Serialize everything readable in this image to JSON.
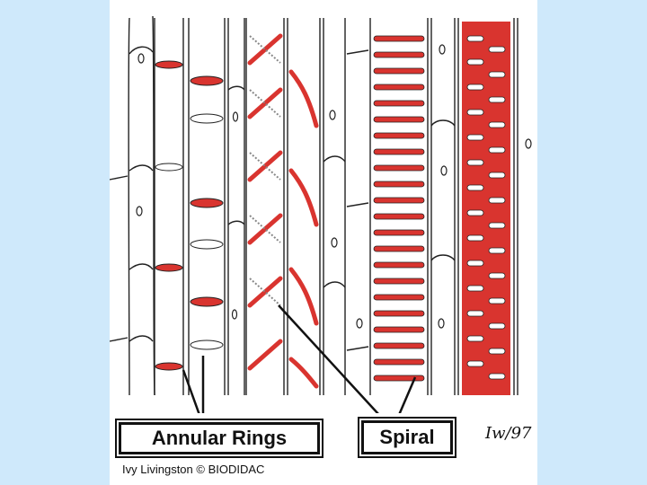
{
  "labels": {
    "annular": "Annular Rings",
    "spiral": "Spiral"
  },
  "credit": "Ivy Livingston © BIODIDAC",
  "signature": "Iw/97",
  "colors": {
    "background": "#cfe9fb",
    "thickening": "#d9342f",
    "outline": "#111111"
  }
}
